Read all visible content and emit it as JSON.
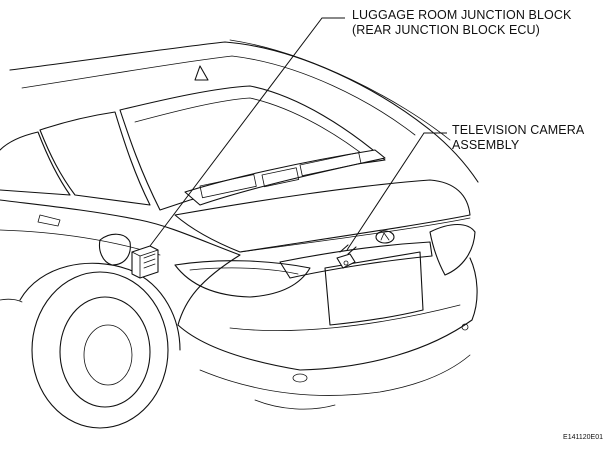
{
  "callouts": {
    "junction_block": {
      "line1": "LUGGAGE ROOM JUNCTION BLOCK",
      "line2": "(REAR JUNCTION BLOCK ECU)"
    },
    "camera": {
      "line1": "TELEVISION CAMERA",
      "line2": "ASSEMBLY"
    }
  },
  "figure_id": "E141120E01"
}
